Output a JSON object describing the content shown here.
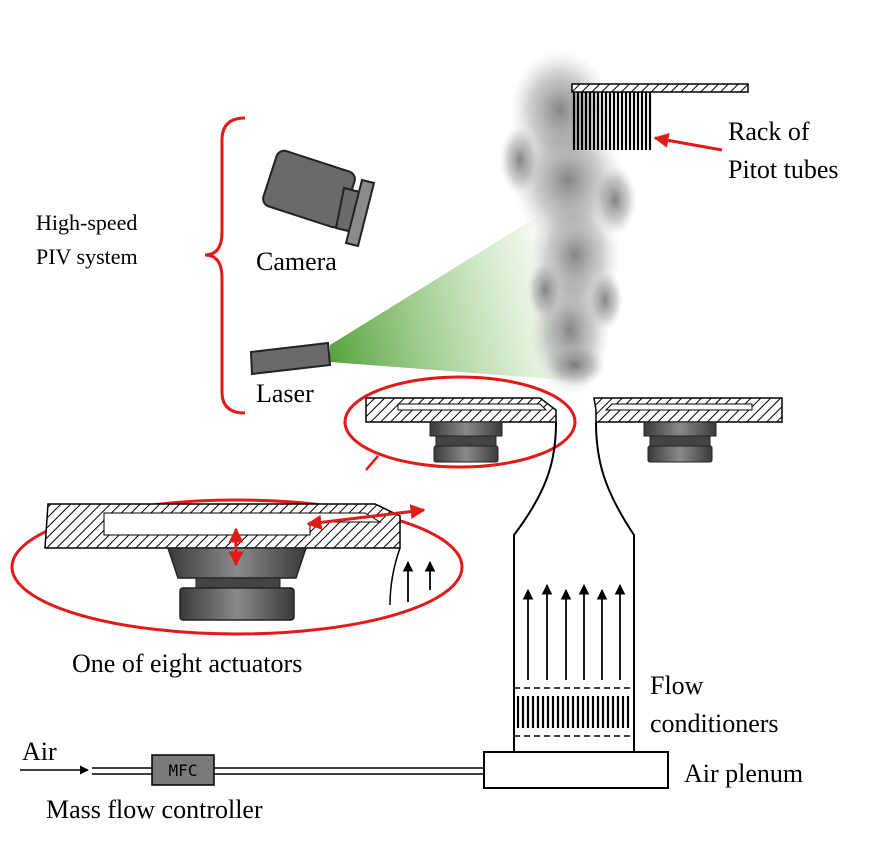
{
  "labels": {
    "rack_line1": "Rack of",
    "rack_line2": "Pitot tubes",
    "piv_line1": "High-speed",
    "piv_line2": "PIV system",
    "camera": "Camera",
    "laser": "Laser",
    "actuator_caption": "One of eight actuators",
    "flow_line1": "Flow",
    "flow_line2": "conditioners",
    "air": "Air",
    "mfc": "MFC",
    "plenum": "Air plenum",
    "mfc_caption": "Mass flow controller"
  },
  "colors": {
    "annotation_red": "#e11a1a",
    "laser_green": "#5aa83c",
    "actuator_gray": "#555555",
    "camera_gray": "#6a6a6a"
  }
}
